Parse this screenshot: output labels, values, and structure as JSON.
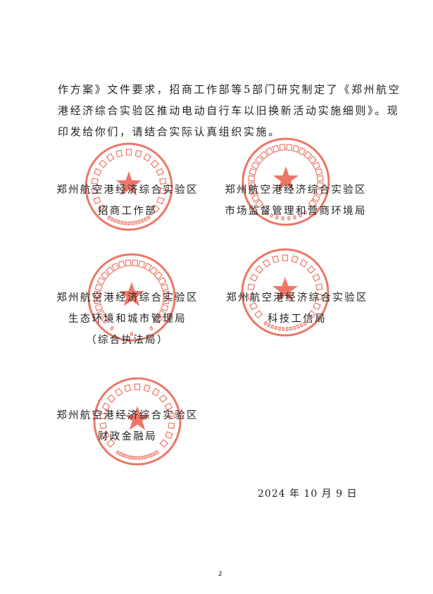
{
  "body_text": {
    "lines": [
      "作方案》文件要求，招商工作部等5部门研究制定了《郑州航空",
      "港经济综合实验区推动电动自行车以旧换新活动实施细则》。现",
      "印发给你们，请结合实际认真组织实施。"
    ]
  },
  "signatories": [
    {
      "lines": [
        "郑州航空港经济综合实验区",
        "招商工作部"
      ],
      "seal_text": "郑州航空港经济综合实验区招商工作部",
      "seal_number": "4101021964602"
    },
    {
      "lines": [
        "郑州航空港经济综合实验区",
        "市场监督管理和营商环境局"
      ],
      "seal_text": "郑州航空港经济综合实验区市场监督管理和营商环境局",
      "seal_number": "41010219"
    },
    {
      "lines": [
        "郑州航空港经济综合实验区",
        "生态环境和城市管理局",
        "（综合执法局）"
      ],
      "seal_text": "郑州航空港经济综合实验区生态环境和城市管理局（综合执法局）",
      "seal_number": "799"
    },
    {
      "lines": [
        "郑州航空港经济综合实验区",
        "科技工信局"
      ],
      "seal_text": "郑州航空港经济综合实验区科技工信局",
      "seal_number": "410102196479"
    },
    {
      "lines": [
        "郑州航空港经济综合实验区",
        "财政金融局"
      ],
      "seal_text": "郑州航空港经济综合实验区财政金融局",
      "seal_number": "41010219647795"
    }
  ],
  "date": "2024 年 10 月 9 日",
  "page_number": "2",
  "colors": {
    "seal": "#e8553f",
    "text": "#222222"
  }
}
